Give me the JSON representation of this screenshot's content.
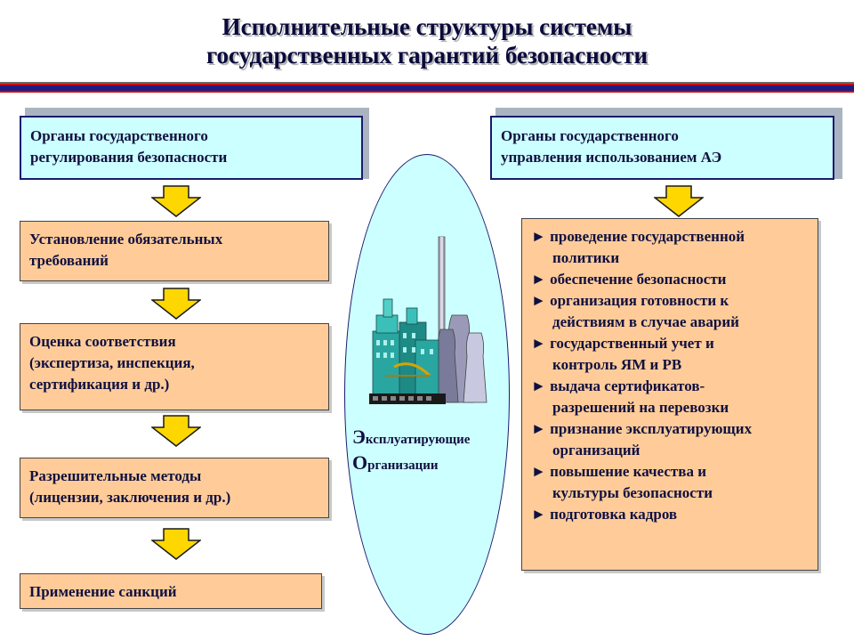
{
  "title": {
    "line1": "Исполнительные структуры системы",
    "line2": "государственных гарантий безопасности"
  },
  "left": {
    "header": {
      "line1": "Органы государственного",
      "line2": "регулирования безопасности"
    },
    "steps": [
      {
        "line1": "Установление обязательных",
        "line2": "требований"
      },
      {
        "line1": "Оценка соответствия",
        "line2": "(экспертиза,  инспекция,",
        "line3": "сертификация и др.)"
      },
      {
        "line1": "Разрешительные методы",
        "line2": "(лицензии, заключения  и др.)"
      },
      {
        "line1": "Применение  санкций"
      }
    ]
  },
  "center": {
    "label_line1_cap": "Э",
    "label_line1_rest": "ксплуатирующие",
    "label_line2_cap": "О",
    "label_line2_rest": "рганизации",
    "icon": "power-plant-icon"
  },
  "right": {
    "header": {
      "line1": "Органы государственного",
      "line2": "управления использованием АЭ"
    },
    "bullet": "►",
    "items": [
      {
        "line1": "проведение государственной",
        "line2": "политики"
      },
      {
        "line1": "обеспечение  безопасности"
      },
      {
        "line1": "организация готовности к",
        "line2": "действиям в случае аварий"
      },
      {
        "line1": "государственный учет и",
        "line2": "контроль ЯМ и РВ"
      },
      {
        "line1": "выдача сертификатов-",
        "line2": "разрешений на перевозки"
      },
      {
        "line1": "признание эксплуатирующих",
        "line2": "организаций"
      },
      {
        "line1": "повышение качества  и",
        "line2": "культуры безопасности"
      },
      {
        "line1": "подготовка кадров"
      }
    ]
  },
  "colors": {
    "cyan": "#ccffff",
    "peach": "#ffcc99",
    "arrow_fill": "#ffd700",
    "navy": "#1c1c82",
    "red": "#d10000"
  }
}
